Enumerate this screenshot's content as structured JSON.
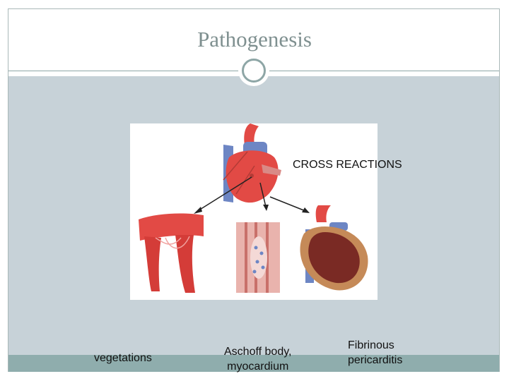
{
  "slide": {
    "title": "Pathogenesis"
  },
  "diagram": {
    "center_label": "CROSS REACTIONS",
    "captions": {
      "left": "vegetations",
      "middle": [
        "Aschoff body,",
        "myocardium"
      ],
      "right": [
        "Fibrinous",
        "pericarditis"
      ]
    }
  },
  "colors": {
    "title": "#7f9090",
    "panel": "#c7d2d8",
    "footer": "#8fadad",
    "accent_ring": "#8ea6a6",
    "heart_red": "#e24a45",
    "vessel_blue": "#6d86c4"
  },
  "icons": [
    "heart-illustration",
    "valve-illustration",
    "myocardium-section-illustration",
    "pericardium-heart-illustration",
    "connector-ring-icon"
  ]
}
